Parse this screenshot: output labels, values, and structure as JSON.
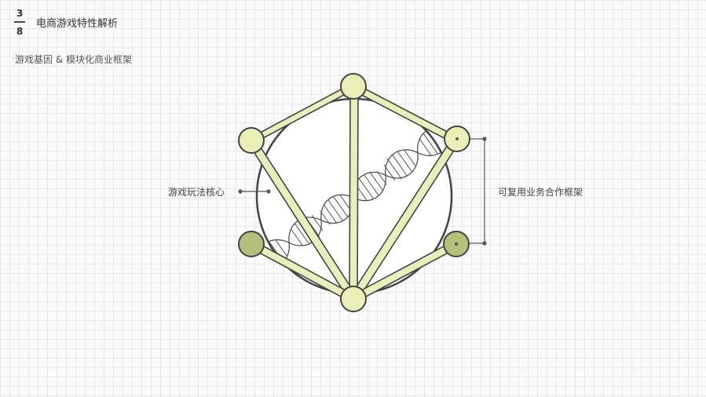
{
  "page": {
    "index": "3",
    "total": "8",
    "section_title": "电商游戏特性解析",
    "subtitle": "游戏基因 & 模块化商业框架"
  },
  "diagram": {
    "left_label": "游戏玩法核心",
    "right_label": "可复用业务合作框架",
    "colors": {
      "node_light": "#e9efb7",
      "node_dark": "#b5c07a",
      "beam_fill": "#e8eebc",
      "outline": "#444444",
      "background": "#fbfbfb",
      "grid": "#e9e9e9"
    },
    "icons": [
      "dna-helix-icon"
    ]
  }
}
